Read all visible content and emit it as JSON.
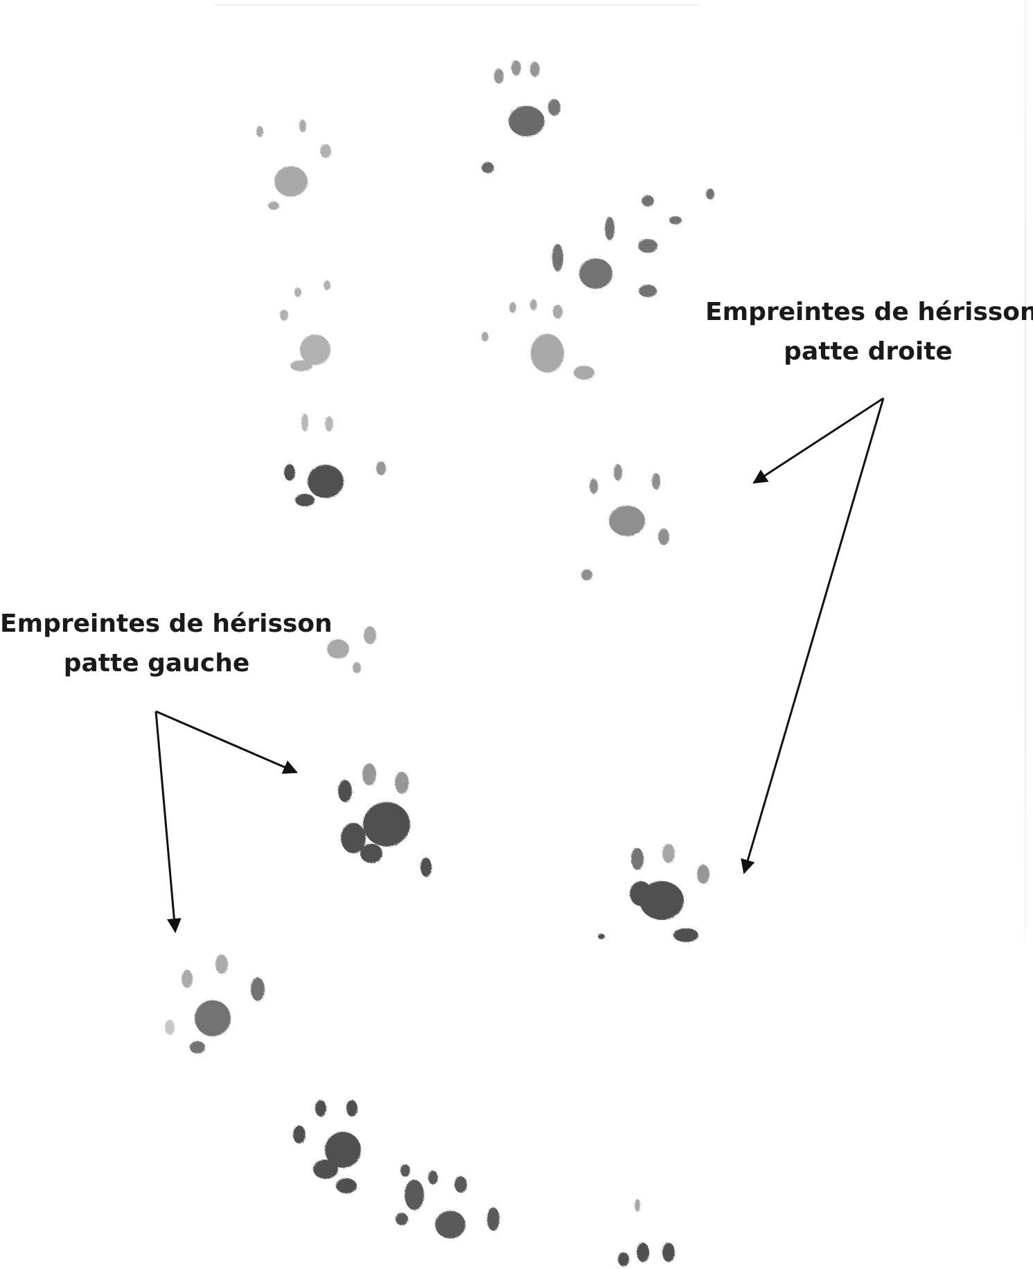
{
  "labels": {
    "right": {
      "line1": "Empreintes de hérisson",
      "line2": "patte droite"
    },
    "left": {
      "line1": "Empreintes de hérisson",
      "line2": "patte gauche"
    }
  },
  "colors": {
    "background": "#ffffff",
    "ink": "#333333",
    "arrow": "#111111"
  }
}
